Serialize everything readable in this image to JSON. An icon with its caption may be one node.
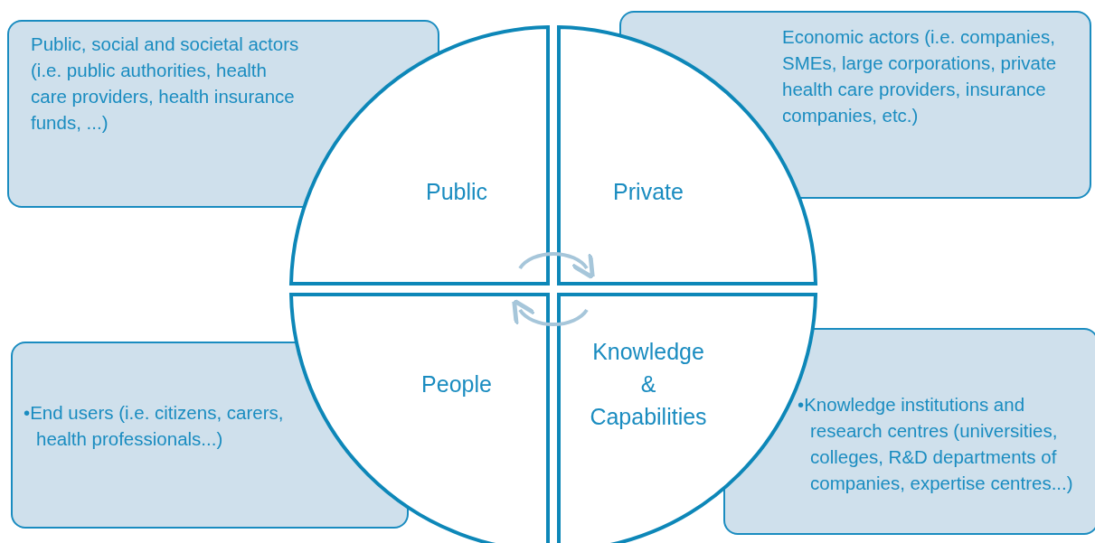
{
  "diagram": {
    "nodes": [
      {
        "text": [
          "Public, social and societal actors (i.e. public authorities, health care providers, health insurance funds, ...)"
        ]
      },
      {
        "text": [
          "Economic actors (i.e. companies, SMEs, large corporations, private health care providers, insurance companies, etc.)"
        ]
      },
      {
        "text": [
          "•End users (i.e. citizens, carers, health professionals...)"
        ]
      },
      {
        "text": [
          "•Knowledge institutions and research centres (universities, colleges, R&D departments of companies, expertise centres...)"
        ]
      },
      {
        "text": [
          "Public"
        ]
      },
      {
        "text": [
          "Private"
        ]
      },
      {
        "text": [
          "People"
        ]
      },
      {
        "text": [
          "Knowledge & Capabilities"
        ]
      }
    ],
    "edges": [
      {
        "from": 4,
        "to": 5,
        "arrow": "to"
      },
      {
        "from": 7,
        "to": 6,
        "arrow": "to"
      }
    ]
  }
}
